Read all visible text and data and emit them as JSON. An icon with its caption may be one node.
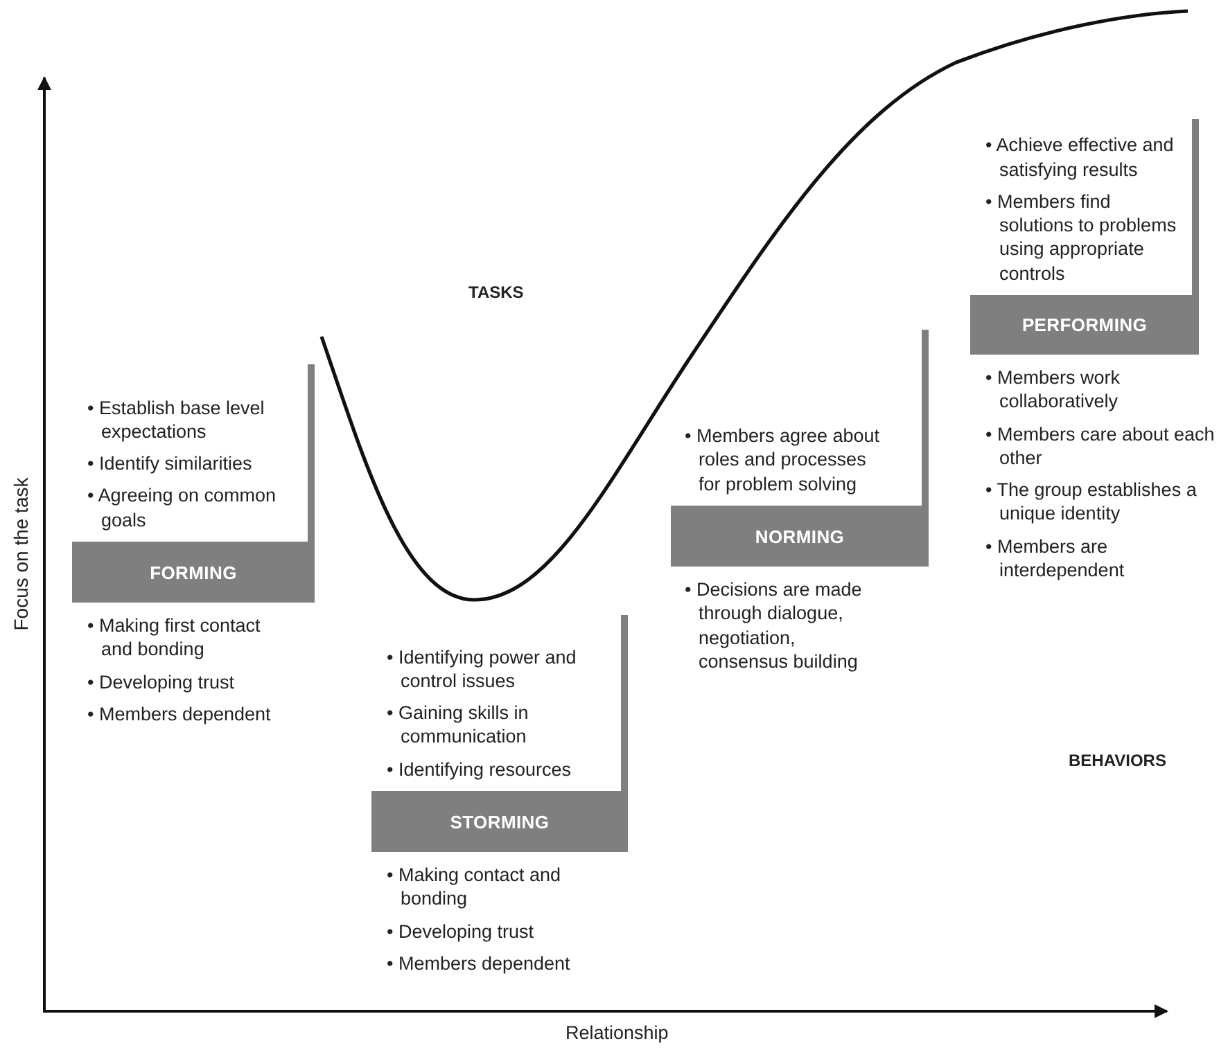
{
  "diagram": {
    "nodes": [
      {
        "text": [
          "FORMING"
        ],
        "beside": [
          "• Establish base level expectations",
          "• Identify similarities",
          "• Agreeing on common goals",
          "• Making first contact and bonding",
          "• Developing trust",
          "• Members dependent"
        ]
      },
      {
        "text": [
          "STORMING"
        ],
        "beside": [
          "• Identifying power and control issues",
          "• Gaining skills in communication",
          "• Identifying resources",
          "• Making contact and bonding",
          "• Developing trust",
          "• Members dependent"
        ]
      },
      {
        "text": [
          "NORMING"
        ],
        "beside": [
          "• Members agree about roles and processes for problem solving",
          "• Decisions are made through dialogue, negotiation, consensus building"
        ]
      },
      {
        "text": [
          "PERFORMING"
        ],
        "beside": [
          "• Achieve effective and satisfying results",
          "• Members find solutions to problems using appropriate controls",
          "• Members work collaboratively",
          "• Members care about each other",
          "• The group establishes a unique identity",
          "• Members are interdependent"
        ]
      }
    ],
    "labels": [
      "TASKS",
      "BEHAVIORS",
      "Focus on the task",
      "Relationship"
    ]
  }
}
